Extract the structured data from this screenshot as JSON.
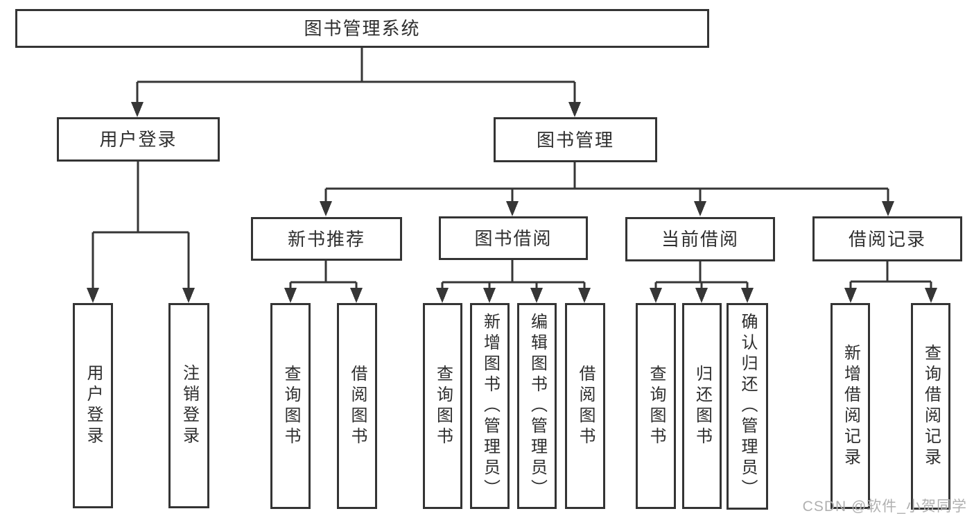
{
  "diagram_type": "hierarchy-tree",
  "colors": {
    "background": "#ffffff",
    "box_border": "#343434",
    "connector": "#363636",
    "text": "#2e2e2e",
    "watermark": "#b0b0b0"
  },
  "nodes": {
    "root": {
      "label": "图书管理系统"
    },
    "l2_user_login": {
      "label": "用户登录"
    },
    "l2_book_mgmt": {
      "label": "图书管理"
    },
    "l3_new_rec": {
      "label": "新书推荐"
    },
    "l3_book_borrow": {
      "label": "图书借阅"
    },
    "l3_current_borrow": {
      "label": "当前借阅"
    },
    "l3_borrow_records": {
      "label": "借阅记录"
    },
    "ul_login": {
      "label": "用户登录"
    },
    "ul_logout": {
      "label": "注销登录"
    },
    "nr_query": {
      "label": "查询图书"
    },
    "nr_borrow": {
      "label": "借阅图书"
    },
    "bb_query": {
      "label": "查询图书"
    },
    "bb_add": {
      "label": "新增图书（管理员）"
    },
    "bb_edit": {
      "label": "编辑图书（管理员）"
    },
    "bb_borrow": {
      "label": "借阅图书"
    },
    "cb_query": {
      "label": "查询图书"
    },
    "cb_return": {
      "label": "归还图书"
    },
    "cb_confirm": {
      "label": "确认归还（管理员）"
    },
    "br_add": {
      "label": "新增借阅记录"
    },
    "br_query": {
      "label": "查询借阅记录"
    }
  },
  "edges": [
    [
      "root",
      "l2_user_login"
    ],
    [
      "root",
      "l2_book_mgmt"
    ],
    [
      "l2_user_login",
      "ul_login"
    ],
    [
      "l2_user_login",
      "ul_logout"
    ],
    [
      "l2_book_mgmt",
      "l3_new_rec"
    ],
    [
      "l2_book_mgmt",
      "l3_book_borrow"
    ],
    [
      "l2_book_mgmt",
      "l3_current_borrow"
    ],
    [
      "l2_book_mgmt",
      "l3_borrow_records"
    ],
    [
      "l3_new_rec",
      "nr_query"
    ],
    [
      "l3_new_rec",
      "nr_borrow"
    ],
    [
      "l3_book_borrow",
      "bb_query"
    ],
    [
      "l3_book_borrow",
      "bb_add"
    ],
    [
      "l3_book_borrow",
      "bb_edit"
    ],
    [
      "l3_book_borrow",
      "bb_borrow"
    ],
    [
      "l3_current_borrow",
      "cb_query"
    ],
    [
      "l3_current_borrow",
      "cb_return"
    ],
    [
      "l3_current_borrow",
      "cb_confirm"
    ],
    [
      "l3_borrow_records",
      "br_add"
    ],
    [
      "l3_borrow_records",
      "br_query"
    ]
  ],
  "watermark": {
    "text": "CSDN @软件_小贺同学"
  }
}
